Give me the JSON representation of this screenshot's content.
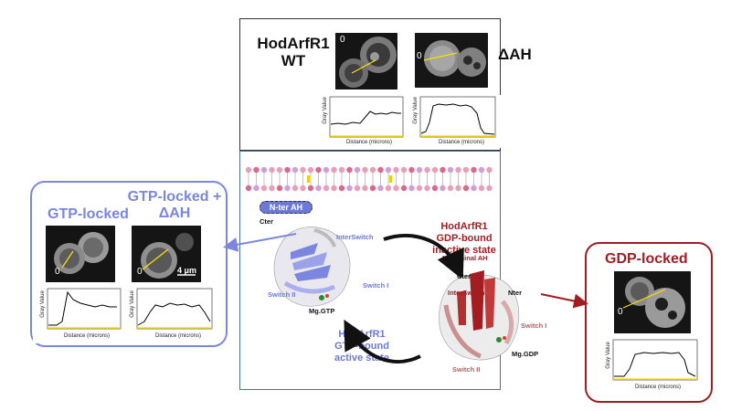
{
  "top": {
    "wt_title": "HodArfR1 WT",
    "dah_title": "ΔAH",
    "marker_zero": "0",
    "y_axis": "Gray Value",
    "x_axis": "Distance (microns)"
  },
  "left": {
    "gtp_locked": "GTP-locked",
    "gtp_locked_dah": "GTP-locked + ΔAH",
    "scale_bar": "4 μm"
  },
  "right": {
    "gdp_locked": "GDP-locked"
  },
  "middle": {
    "n_ter_ah": "N-ter AH",
    "cter_left": "Cter",
    "interswitch_blue": "InterSwitch",
    "switch_ii_blue": "Switch II",
    "switch_i_blue": "Switch I",
    "mg_gtp": "Mg.GTP",
    "gtp_state": "HodArfR1 GTP-bound active state",
    "gdp_state": "HodArfR1 GDP-bound inactive state",
    "n_terminal_ah": "N-terminal AH",
    "cter_right": "Cter",
    "nter_right": "Nter",
    "interswitch_red": "InterSwitch",
    "switch_i_red": "Switch I",
    "switch_ii_red": "Switch II",
    "mg_gdp": "Mg.GDP"
  },
  "colors": {
    "blue": "#7b86e0",
    "red": "#a11d21"
  }
}
